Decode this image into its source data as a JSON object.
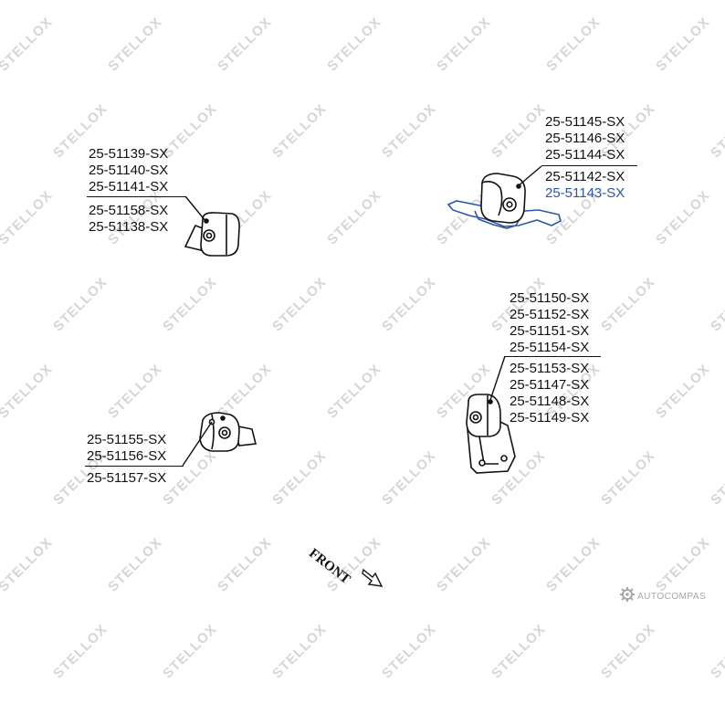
{
  "watermark": {
    "text": "STELLOX"
  },
  "groups": {
    "top_left": {
      "upper": [
        "25-51139-SX",
        "25-51140-SX",
        "25-51141-SX"
      ],
      "lower": [
        "25-51158-SX",
        "25-51138-SX"
      ]
    },
    "top_right": {
      "upper": [
        "25-51145-SX",
        "25-51146-SX",
        "25-51144-SX"
      ],
      "lower": [
        "25-51142-SX",
        "25-51143-SX"
      ]
    },
    "mid_right": {
      "upper": [
        "25-51150-SX",
        "25-51152-SX",
        "25-51151-SX",
        "25-51154-SX"
      ],
      "lower": [
        "25-51153-SX",
        "25-51147-SX",
        "25-51148-SX",
        "25-51149-SX"
      ]
    },
    "bottom_left": {
      "upper": [
        "25-51155-SX",
        "25-51156-SX"
      ],
      "lower": [
        "25-51157-SX"
      ]
    }
  },
  "highlight_code": "25-51143-SX",
  "front_label": "FRONT",
  "brand_corner": "AUTOCOMPAS",
  "colors": {
    "highlight": "#2c57a8",
    "watermark": "#d6d6d6",
    "line": "#111111"
  }
}
